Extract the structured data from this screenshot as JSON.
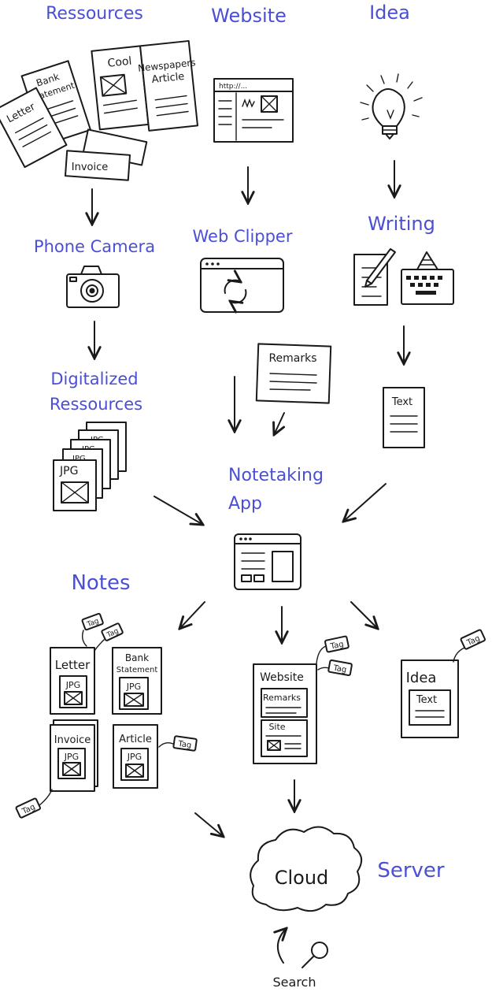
{
  "labels": {
    "ressources": "Ressources",
    "website": "Website",
    "idea": "Idea",
    "phone_camera": "Phone Camera",
    "web_clipper": "Web Clipper",
    "writing": "Writing",
    "digitalized_line1": "Digitalized",
    "digitalized_line2": "Ressources",
    "notetaking_line1": "Notetaking",
    "notetaking_line2": "App",
    "notes": "Notes",
    "server": "Server"
  },
  "documents": {
    "letter": "Letter",
    "bank_line1": "Bank",
    "bank_line2": "Statement",
    "newspaper_cool": "Cool",
    "newspaper_line1": "Newspapers",
    "newspaper_line2": "Article",
    "invoice": "Invoice",
    "url": "http://..."
  },
  "items": {
    "remarks": "Remarks",
    "text": "Text",
    "jpg": "JPG",
    "cloud": "Cloud",
    "search": "Search",
    "tag": "Tag"
  },
  "notes": {
    "letter": "Letter",
    "bank_line1": "Bank",
    "bank_line2": "Statement",
    "invoice": "Invoice",
    "article": "Article",
    "website": "Website",
    "remarks": "Remarks",
    "site": "Site",
    "idea": "Idea",
    "text": "Text",
    "jpg": "JPG"
  },
  "colors": {
    "label_blue": "#4a4fd6",
    "ink": "#1a1a1a"
  }
}
